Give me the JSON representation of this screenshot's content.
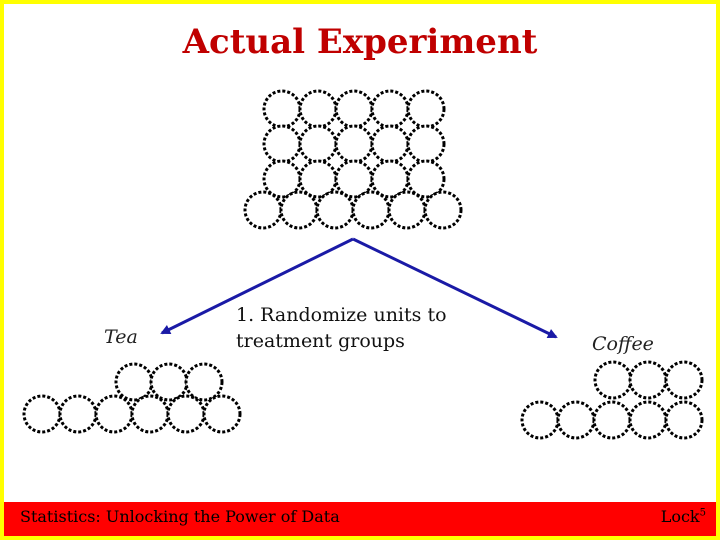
{
  "title": "Actual Experiment",
  "labels": {
    "left_group": "Tea",
    "right_group": "Coffee",
    "step": "1. Randomize units to treatment groups"
  },
  "footer": {
    "left": "Statistics: Unlocking the Power of Data",
    "right_base": "Lock",
    "right_sup": "5"
  },
  "colors": {
    "title": "#c00000",
    "frame": "#ffff00",
    "footer": "#ff0000",
    "arrow": "#1a1aa6"
  }
}
